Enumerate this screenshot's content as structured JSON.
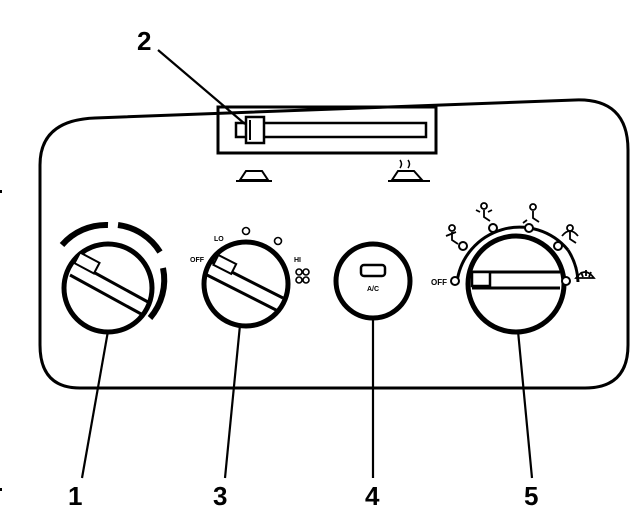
{
  "callouts": {
    "c1": "1",
    "c2": "2",
    "c3": "3",
    "c4": "4",
    "c5": "5"
  },
  "fan_knob": {
    "off_label": "OFF",
    "lo_label": "LO",
    "hi_label": "HI"
  },
  "ac_button": {
    "label": "A/C"
  },
  "mode_knob": {
    "off_label": "OFF"
  },
  "colors": {
    "ink": "#000000",
    "paper": "#ffffff"
  }
}
